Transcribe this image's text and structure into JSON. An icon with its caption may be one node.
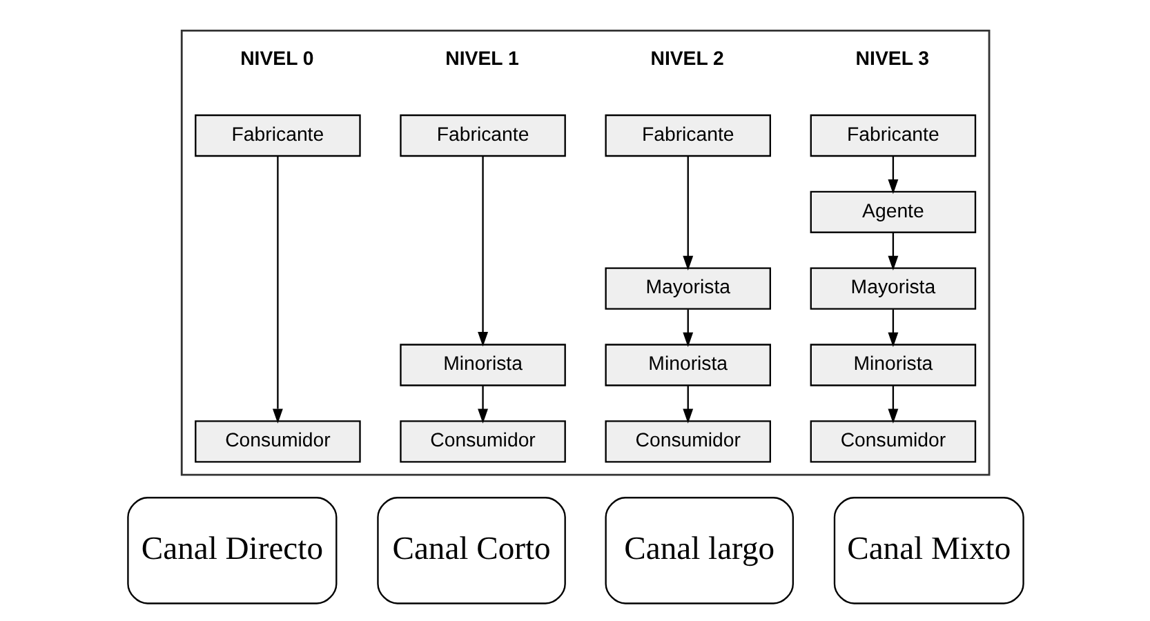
{
  "diagram": {
    "nodes": [
      {
        "text": [],
        "shape": "box"
      },
      {
        "text": [
          "Fabricante"
        ],
        "in": 0
      },
      {
        "text": [
          "Consumidor"
        ],
        "in": 0
      },
      {
        "text": [
          "Fabricante"
        ],
        "in": 0
      },
      {
        "text": [
          "Minorista"
        ],
        "in": 0
      },
      {
        "text": [
          "Consumidor"
        ],
        "in": 0
      },
      {
        "text": [
          "Fabricante"
        ],
        "in": 0
      },
      {
        "text": [
          "Mayorista"
        ],
        "in": 0
      },
      {
        "text": [
          "Minorista"
        ],
        "in": 0
      },
      {
        "text": [
          "Consumidor"
        ],
        "in": 0
      },
      {
        "text": [
          "Fabricante"
        ],
        "in": 0
      },
      {
        "text": [
          "Agente"
        ],
        "in": 0
      },
      {
        "text": [
          "Mayorista"
        ],
        "in": 0
      },
      {
        "text": [
          "Minorista"
        ],
        "in": 0
      },
      {
        "text": [
          "Consumidor"
        ],
        "in": 0
      },
      {
        "text": [
          "Canal Directo"
        ]
      },
      {
        "text": [
          "Canal Corto"
        ]
      },
      {
        "text": [
          "Canal largo"
        ]
      },
      {
        "text": [
          "Canal Mixto"
        ]
      }
    ],
    "edges": [
      {
        "from": 1,
        "to": 2,
        "arrow": "to"
      },
      {
        "from": 3,
        "to": 4,
        "arrow": "to"
      },
      {
        "from": 4,
        "to": 5,
        "arrow": "to"
      },
      {
        "from": 6,
        "to": 7,
        "arrow": "to"
      },
      {
        "from": 7,
        "to": 8,
        "arrow": "to"
      },
      {
        "from": 8,
        "to": 9,
        "arrow": "to"
      },
      {
        "from": 10,
        "to": 11,
        "arrow": "to"
      },
      {
        "from": 11,
        "to": 12,
        "arrow": "to"
      },
      {
        "from": 12,
        "to": 13,
        "arrow": "to"
      },
      {
        "from": 13,
        "to": 14,
        "arrow": "to"
      }
    ],
    "labels": [
      "NIVEL 0",
      "NIVEL 1",
      "NIVEL 2",
      "NIVEL 3"
    ]
  }
}
